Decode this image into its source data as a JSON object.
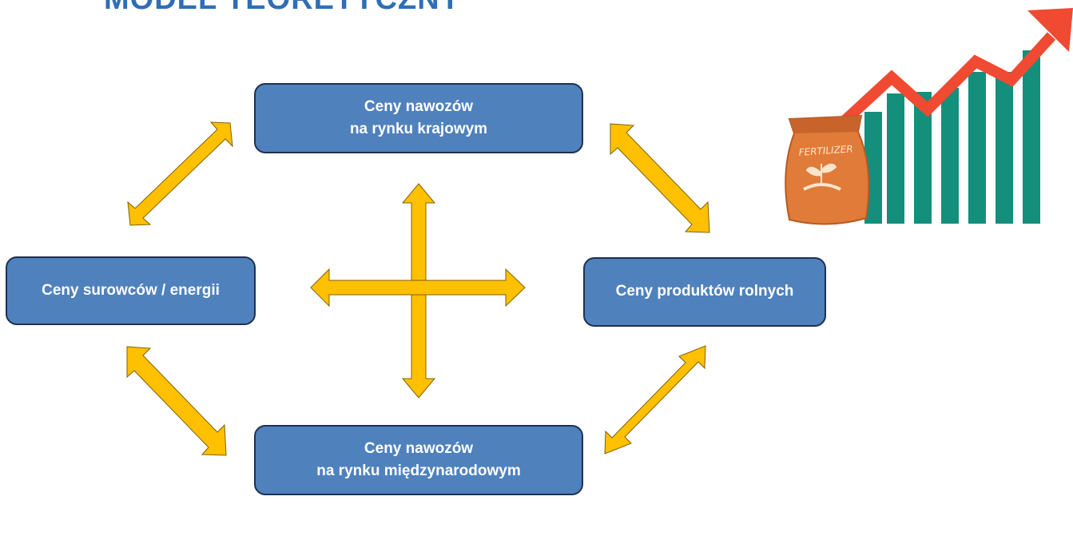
{
  "title": "MODEL TEORETYCZNY",
  "nodes": {
    "top": {
      "line1": "Ceny nawozów",
      "line2": "na rynku krajowym"
    },
    "left": {
      "label": "Ceny  surowców / energii"
    },
    "right": {
      "label": "Ceny produktów rolnych"
    },
    "bottom": {
      "line1": "Ceny nawozów",
      "line2": "na rynku międzynarodowym"
    }
  },
  "edges": [
    {
      "from": "left",
      "to": "top",
      "type": "bidirectional"
    },
    {
      "from": "top",
      "to": "right",
      "type": "bidirectional"
    },
    {
      "from": "left",
      "to": "bottom",
      "type": "bidirectional"
    },
    {
      "from": "right",
      "to": "bottom",
      "type": "bidirectional"
    },
    {
      "from": "top",
      "to": "bottom",
      "type": "bidirectional"
    },
    {
      "from": "left",
      "to": "right",
      "type": "bidirectional"
    }
  ],
  "illustration": {
    "sack_label": "FERTILIZER",
    "icon": "fertilizer-price-growth-icon",
    "colors": {
      "sack": "#e07b39",
      "bars": "#138f7c",
      "trend_arrow": "#f04a32"
    }
  },
  "colors": {
    "title": "#2f6eb5",
    "box_fill": "#4f81bd",
    "box_border": "#1f3050",
    "arrow_fill": "#ffc000",
    "arrow_stroke": "#7f6000"
  }
}
